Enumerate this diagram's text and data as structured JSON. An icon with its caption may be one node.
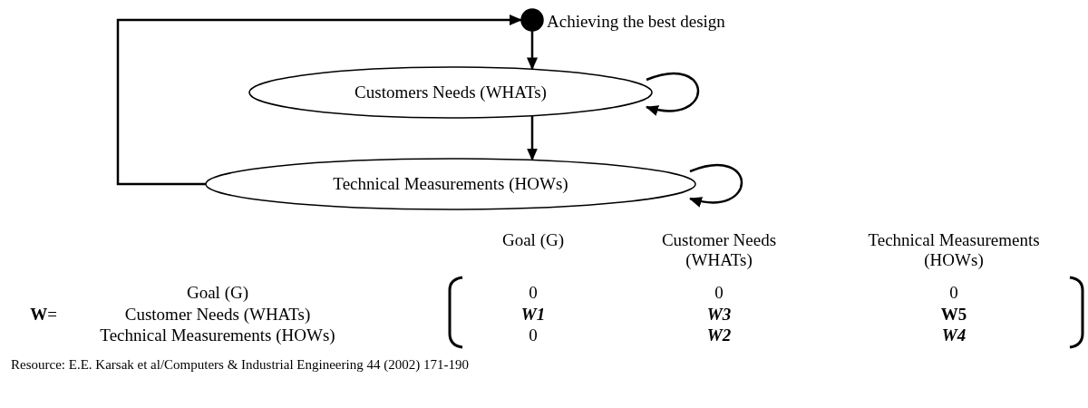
{
  "diagram": {
    "caption": "Resource: E.E. Karsak et al/Computers & Industrial Engineering 44 (2002) 171-190",
    "nodes": [
      {
        "text": [],
        "shape": "circle",
        "beside": [
          "Achieving the best design"
        ]
      },
      {
        "text": [
          "Customers Needs (WHATs)"
        ]
      },
      {
        "text": [
          "Technical Measurements (HOWs)"
        ]
      }
    ],
    "edges": [
      {
        "from": 0,
        "to": 1,
        "arrow": "to"
      },
      {
        "from": 1,
        "to": 2,
        "arrow": "to"
      },
      {
        "from": 2,
        "to": 0,
        "arrow": "to"
      },
      {
        "from": 1,
        "to": 1,
        "arrow": "to"
      },
      {
        "from": 2,
        "to": 2,
        "arrow": "to"
      }
    ],
    "labels": [
      "Goal (G)",
      "Customer Needs (WHATs)",
      "Technical Measurements (HOWs)",
      "Goal (G)",
      "0",
      "0",
      "0",
      "**W**=",
      "Customer Needs (WHATs)",
      "W1",
      "W3",
      "W5",
      "Technical Measurements (HOWs)",
      "0",
      "W2",
      "W4"
    ]
  }
}
